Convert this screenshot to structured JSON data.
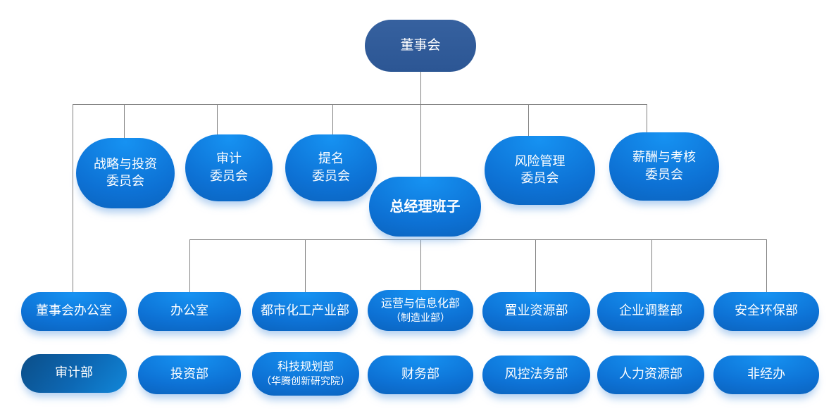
{
  "org": {
    "board": {
      "label": "董事会"
    },
    "committees": [
      {
        "lines": [
          "战略与投资",
          "委员会"
        ]
      },
      {
        "lines": [
          "审计",
          "委员会"
        ]
      },
      {
        "lines": [
          "提名",
          "委员会"
        ]
      },
      {
        "lines": [
          "风险管理",
          "委员会"
        ]
      },
      {
        "lines": [
          "薪酬与考核",
          "委员会"
        ]
      }
    ],
    "general_manager": {
      "label": "总经理班子"
    },
    "departments_row1": [
      {
        "label": "董事会办公室"
      },
      {
        "label": "办公室"
      },
      {
        "label": "都市化工产业部"
      },
      {
        "label": "运营与信息化部",
        "sub": "（制造业部）"
      },
      {
        "label": "置业资源部"
      },
      {
        "label": "企业调整部"
      },
      {
        "label": "安全环保部"
      }
    ],
    "departments_row2": [
      {
        "label": "审计部"
      },
      {
        "label": "投资部"
      },
      {
        "label": "科技规划部",
        "sub": "（华腾创新研究院）"
      },
      {
        "label": "财务部"
      },
      {
        "label": "风控法务部"
      },
      {
        "label": "人力资源部"
      },
      {
        "label": "非经办"
      }
    ]
  },
  "colors": {
    "background": "#ffffff",
    "board_fill": "#2e5a9c",
    "node_fill_top": "#1692f2",
    "node_fill_bottom": "#0a57a9",
    "audit_dept_fill_start": "#0c4e88",
    "audit_dept_fill_end": "#1187d9",
    "connector": "#808080",
    "text": "#ffffff",
    "glow_shadow": "#7dafe6"
  }
}
